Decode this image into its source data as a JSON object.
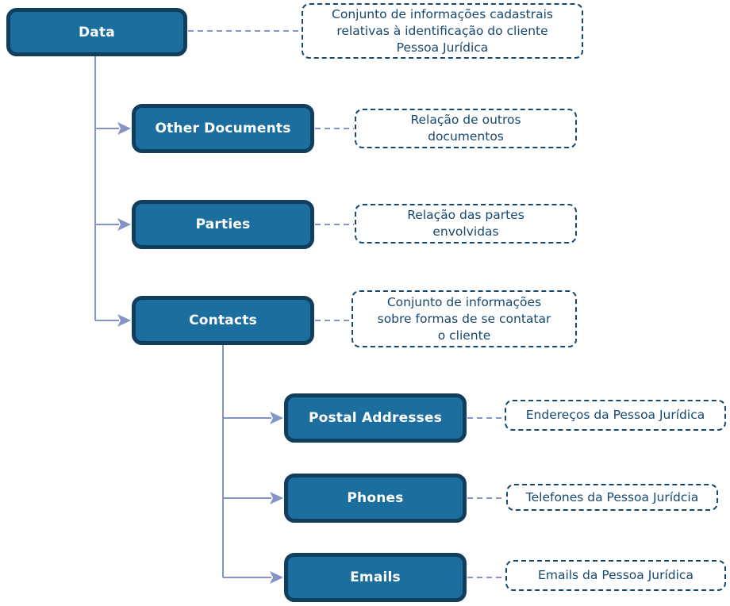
{
  "diagram": {
    "type": "tree",
    "nodes": [
      {
        "id": "data",
        "label": "Data",
        "parent": null,
        "description": "Conjunto de informações cadastrais relativas à identificação do cliente Pessoa Jurídica",
        "description_lines": [
          "Conjunto de informações cadastrais",
          "relativas à identificação do cliente",
          "Pessoa Jurídica"
        ]
      },
      {
        "id": "other-documents",
        "label": "Other Documents",
        "parent": "Data",
        "description": "Relação de outros documentos",
        "description_lines": [
          "Relação de outros",
          "documentos"
        ]
      },
      {
        "id": "parties",
        "label": "Parties",
        "parent": "Data",
        "description": "Relação das partes envolvidas",
        "description_lines": [
          "Relação das partes",
          "envolvidas"
        ]
      },
      {
        "id": "contacts",
        "label": "Contacts",
        "parent": "Data",
        "description": "Conjunto de informações sobre formas de se contatar o cliente",
        "description_lines": [
          "Conjunto de informações",
          "sobre formas de se contatar",
          "o cliente"
        ]
      },
      {
        "id": "postal-addresses",
        "label": "Postal Addresses",
        "parent": "Contacts",
        "description": "Endereços da Pessoa Jurídica",
        "description_lines": [
          "Endereços da Pessoa Jurídica"
        ]
      },
      {
        "id": "phones",
        "label": "Phones",
        "parent": "Contacts",
        "description": "Telefones da Pessoa Jurídcia",
        "description_lines": [
          "Telefones da Pessoa Jurídcia"
        ]
      },
      {
        "id": "emails",
        "label": "Emails",
        "parent": "Contacts",
        "description": "Emails da Pessoa Jurídica",
        "description_lines": [
          "Emails da Pessoa Jurídica"
        ]
      }
    ],
    "colors": {
      "node_fill": "#1c6e9e",
      "node_border": "#123e5e",
      "node_text": "#ffffff",
      "connector": "#8494c7",
      "annotation_border": "#17486f",
      "annotation_text": "#17486f",
      "background": "#ffffff"
    }
  }
}
